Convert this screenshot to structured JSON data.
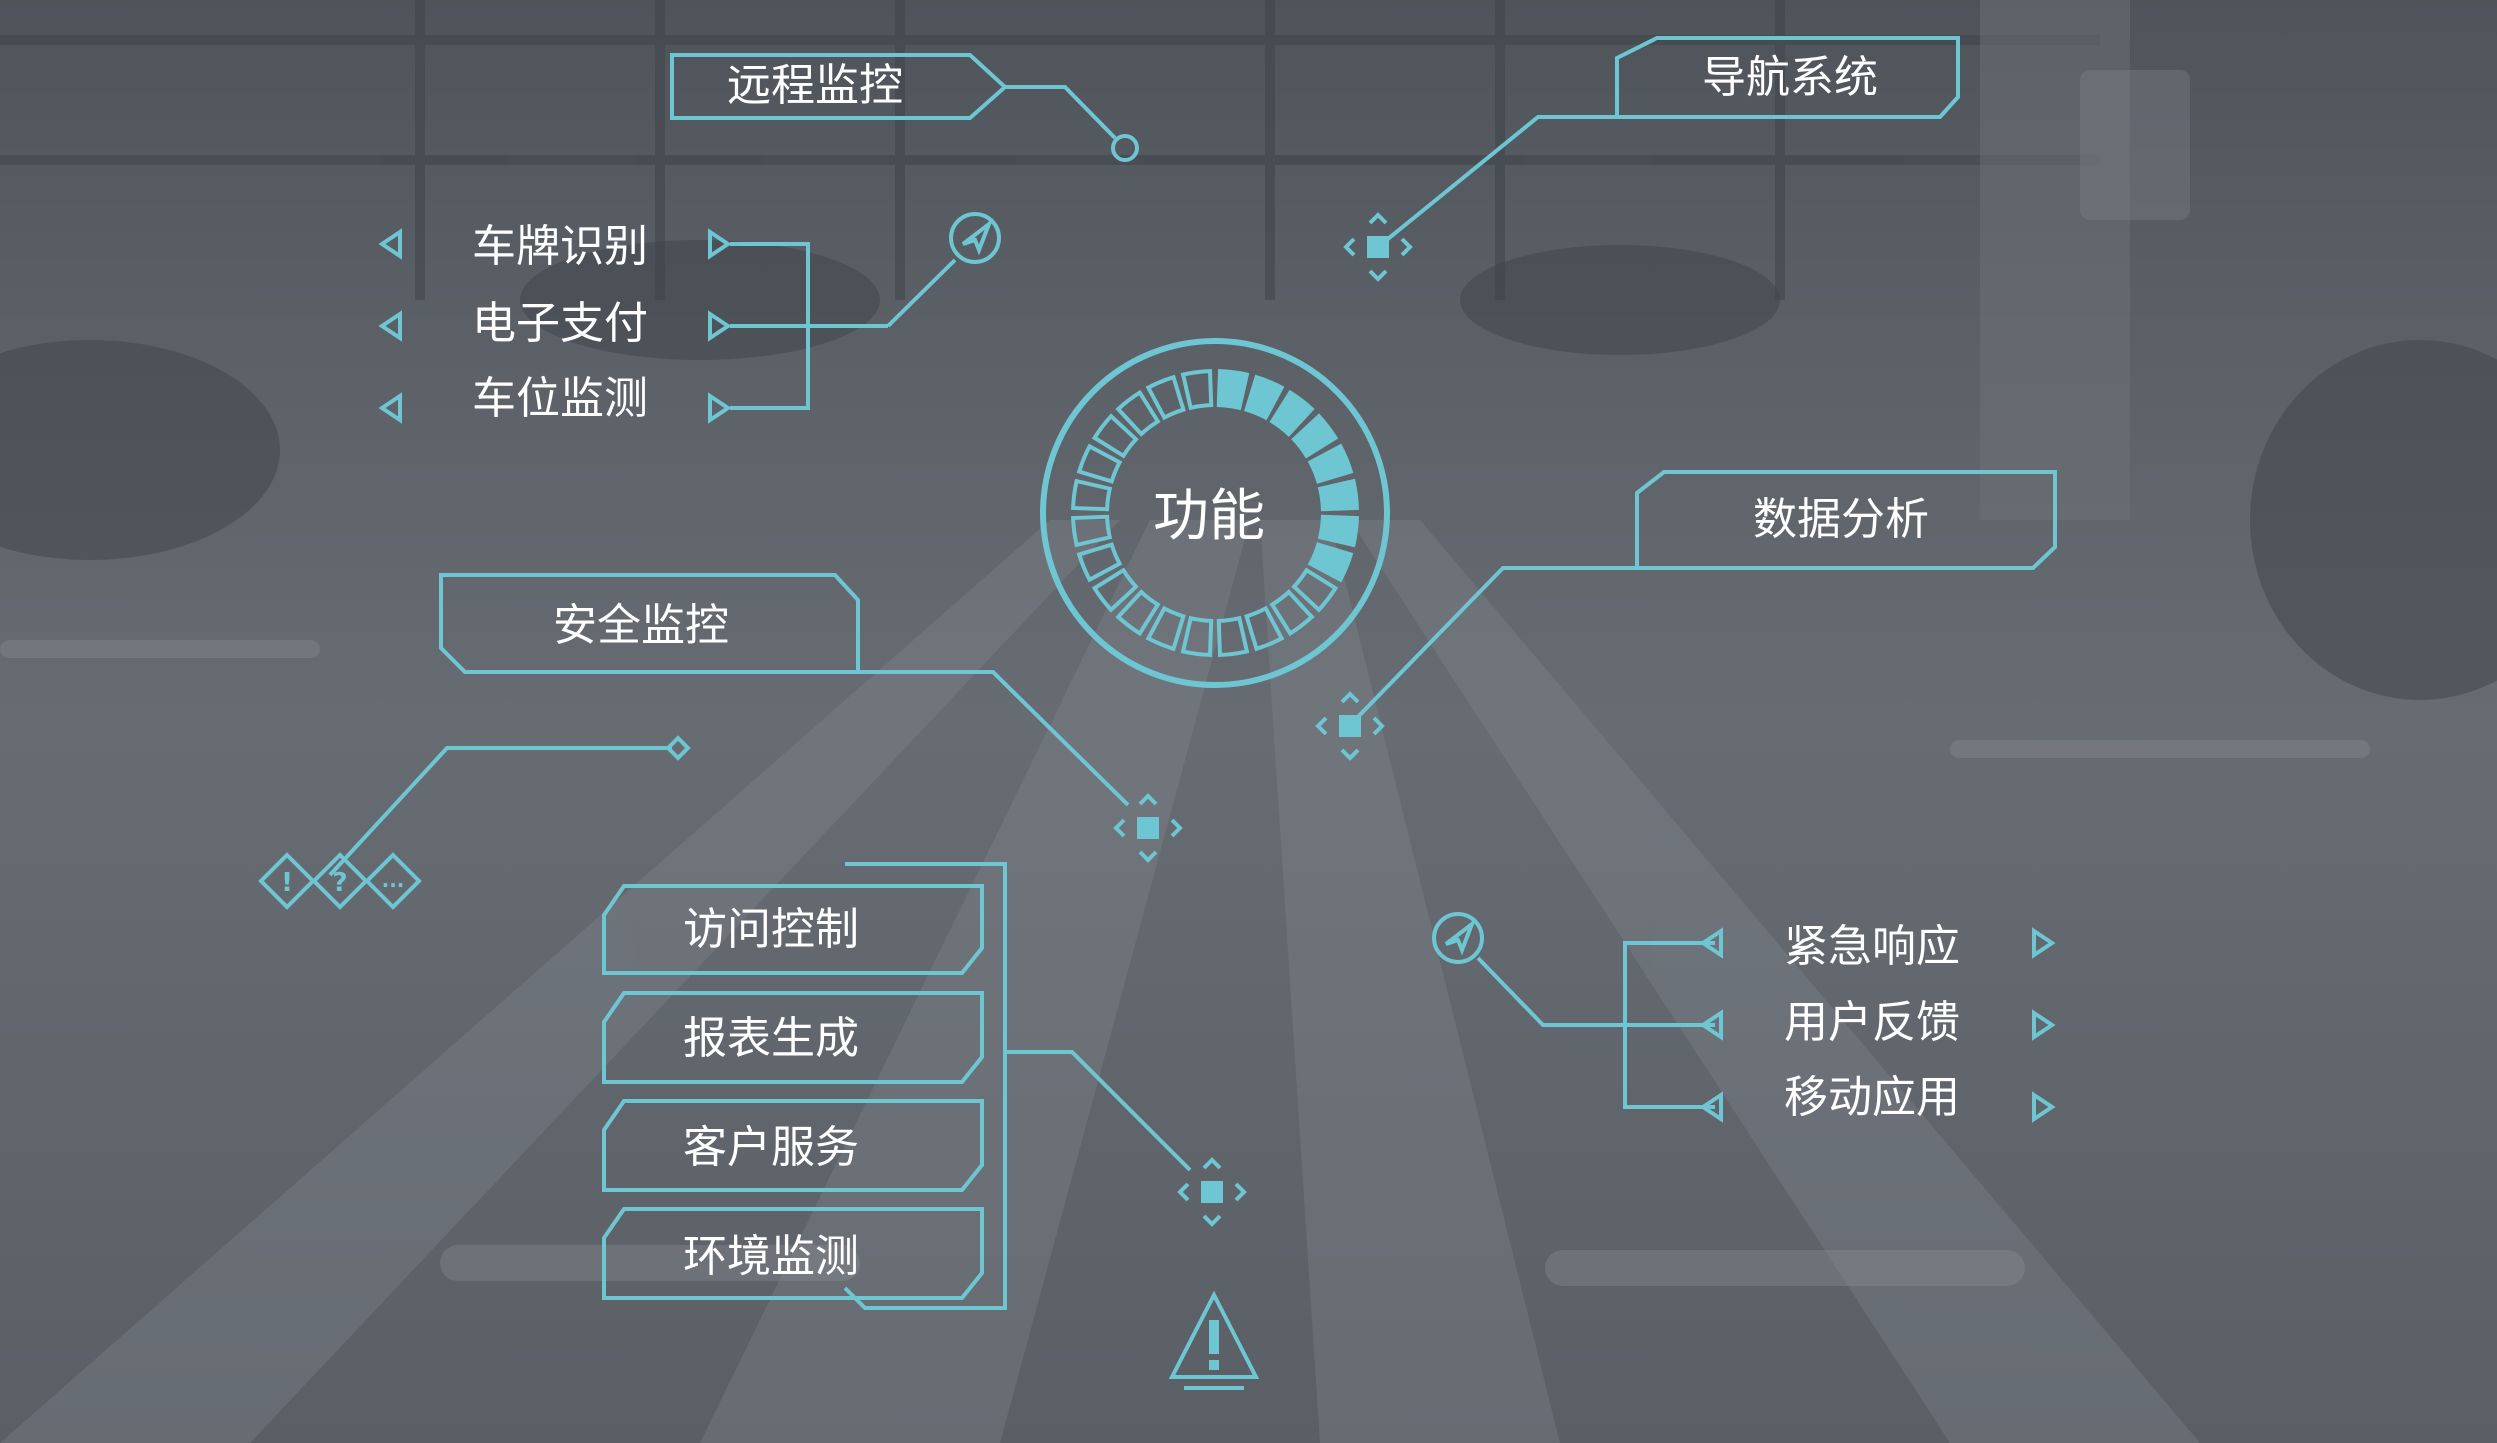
{
  "center": {
    "label": "功能"
  },
  "boxes": {
    "remote_monitor": "远程监控",
    "navigation": "导航系统",
    "data_analysis": "数据分析",
    "security_monitor": "安全监控"
  },
  "left_list": [
    "车牌识别",
    "电子支付",
    "车位监测"
  ],
  "right_list": [
    "紧急响应",
    "用户反馈",
    "移动应用"
  ],
  "stack_list": [
    "访问控制",
    "报表生成",
    "客户服务",
    "环境监测"
  ],
  "status_icons": [
    "!",
    "?",
    "..."
  ],
  "colors": {
    "accent": "#6ec6d3",
    "text": "#ffffff",
    "background": "#5f646b"
  },
  "icons": [
    "warning-triangle-icon",
    "compass-icon",
    "direction-pad-icon",
    "diamond-node-icon"
  ]
}
